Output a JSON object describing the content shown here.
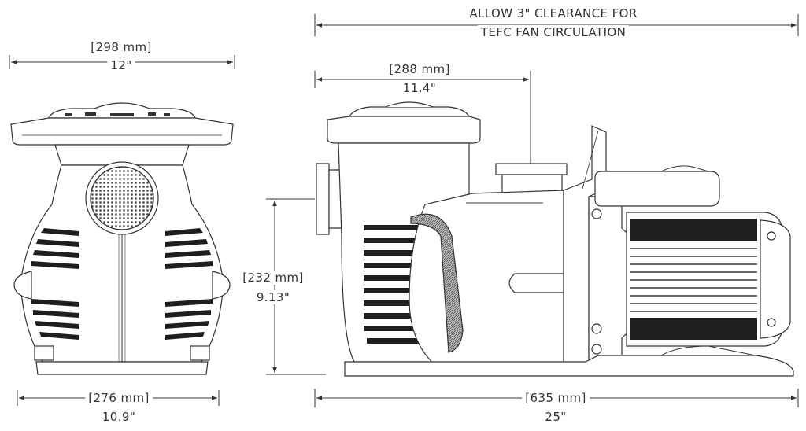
{
  "dimensions": {
    "front_top_width": {
      "metric": "[298 mm]",
      "imperial": "12\""
    },
    "front_base_width": {
      "metric": "[276 mm]",
      "imperial": "10.9\""
    },
    "side_strainer_length": {
      "metric": "[288 mm]",
      "imperial": "11.4\""
    },
    "side_height": {
      "metric": "[232 mm]",
      "imperial": "9.13\""
    },
    "side_total_length": {
      "metric": "[635 mm]",
      "imperial": "25\""
    }
  },
  "clearance_note": {
    "line1": "ALLOW 3\" CLEARANCE FOR",
    "line2": "TEFC FAN CIRCULATION"
  },
  "colors": {
    "line": "#333333",
    "dark_fill": "#1e1e1e",
    "grill_fill": "#8a8a8a",
    "background": "#ffffff"
  }
}
